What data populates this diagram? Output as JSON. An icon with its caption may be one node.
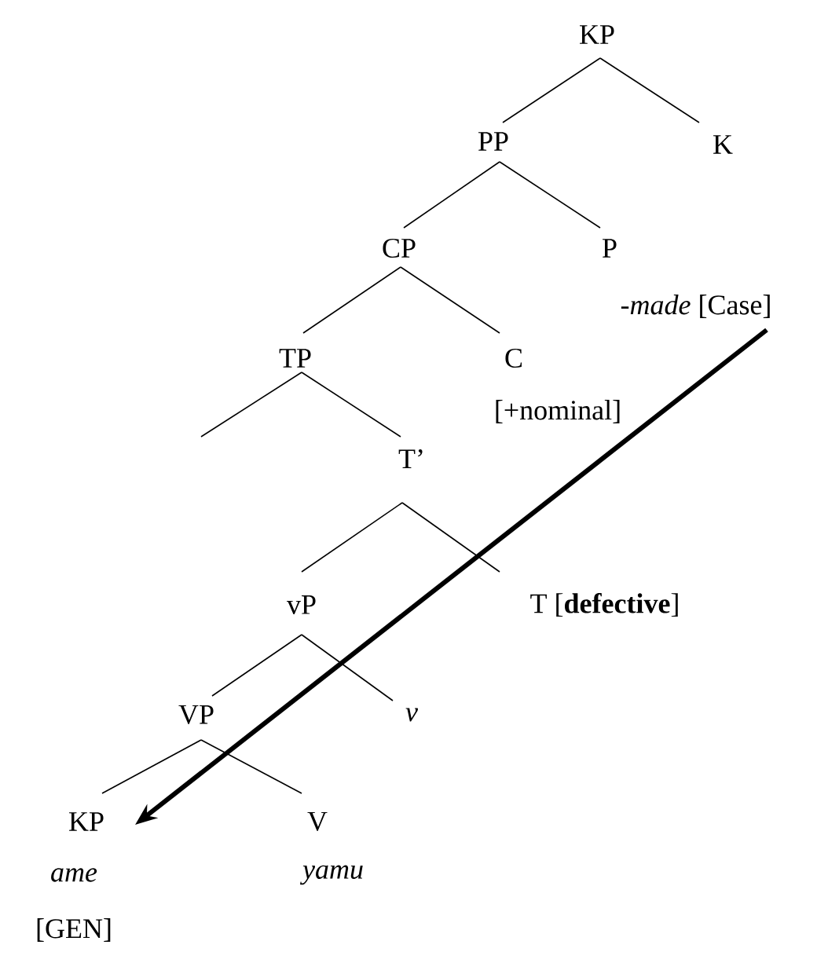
{
  "diagram": {
    "nodes": [
      {
        "text": [
          "KP"
        ]
      },
      {
        "text": [
          "PP"
        ]
      },
      {
        "text": [
          "K"
        ]
      },
      {
        "text": [
          "CP"
        ]
      },
      {
        "text": [
          "P",
          "-*made* [Case]"
        ]
      },
      {
        "text": [
          "TP"
        ]
      },
      {
        "text": [
          "C",
          "[+nominal]"
        ]
      },
      {
        "text": [
          "T’"
        ]
      },
      {
        "text": [
          "vP"
        ]
      },
      {
        "text": [
          "T [**defective**]"
        ]
      },
      {
        "text": [
          "VP"
        ]
      },
      {
        "text": [
          "*v*"
        ]
      },
      {
        "text": [
          "KP",
          "*ame*",
          "[GEN]"
        ]
      },
      {
        "text": [
          "V",
          "*yamu*"
        ]
      }
    ],
    "edges": [
      {
        "from": 0,
        "to": 1,
        "arrow": "none"
      },
      {
        "from": 0,
        "to": 2,
        "arrow": "none"
      },
      {
        "from": 1,
        "to": 3,
        "arrow": "none"
      },
      {
        "from": 1,
        "to": 4,
        "arrow": "none"
      },
      {
        "from": 3,
        "to": 5,
        "arrow": "none"
      },
      {
        "from": 3,
        "to": 6,
        "arrow": "none"
      },
      {
        "from": 5,
        "to": null,
        "arrow": "none"
      },
      {
        "from": 5,
        "to": 7,
        "arrow": "none"
      },
      {
        "from": 7,
        "to": 8,
        "arrow": "none"
      },
      {
        "from": 7,
        "to": 9,
        "arrow": "none"
      },
      {
        "from": 8,
        "to": 10,
        "arrow": "none"
      },
      {
        "from": 8,
        "to": 11,
        "arrow": "none"
      },
      {
        "from": 10,
        "to": 12,
        "arrow": "none"
      },
      {
        "from": 10,
        "to": 13,
        "arrow": "none"
      },
      {
        "from": 4,
        "to": 12,
        "arrow": "to",
        "style": "thick"
      }
    ]
  }
}
